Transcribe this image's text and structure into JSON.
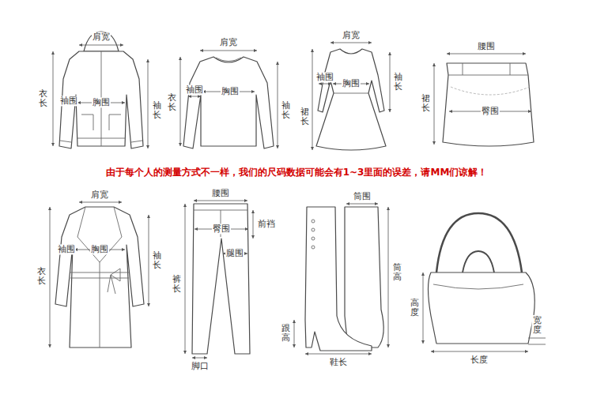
{
  "diagram": {
    "labels": [
      "肩宽",
      "衣长",
      "袖围",
      "胸围",
      "袖长",
      "肩宽",
      "衣长",
      "袖围",
      "胸围",
      "袖长",
      "肩宽",
      "裙长",
      "袖围",
      "胸围",
      "袖长",
      "腰围",
      "裙长",
      "臀围",
      "由于每个人的测量方式不一样，我们的尺码数据可能会有1~3里面的误差，请MM们谅解！",
      "肩宽",
      "衣长",
      "袖围",
      "胸围",
      "袖长",
      "腰围",
      "臀围",
      "前裆",
      "腿围",
      "裤长",
      "脚口",
      "筒围",
      "筒高",
      "跟高",
      "鞋长",
      "高度",
      "宽度",
      "长度"
    ]
  }
}
